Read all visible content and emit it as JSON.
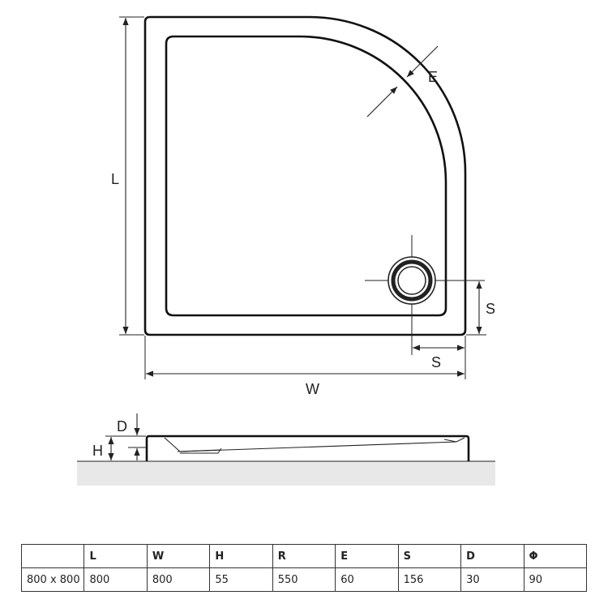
{
  "labels": {
    "L": "L",
    "W": "W",
    "E": "E",
    "S_vertical": "S",
    "S_horizontal": "S",
    "D": "D",
    "H": "H"
  },
  "table": {
    "headers": [
      "",
      "L",
      "W",
      "H",
      "R",
      "E",
      "S",
      "D",
      "Φ"
    ],
    "rows": [
      [
        "800 x 800",
        "800",
        "800",
        "55",
        "550",
        "60",
        "156",
        "30",
        "90"
      ]
    ]
  }
}
